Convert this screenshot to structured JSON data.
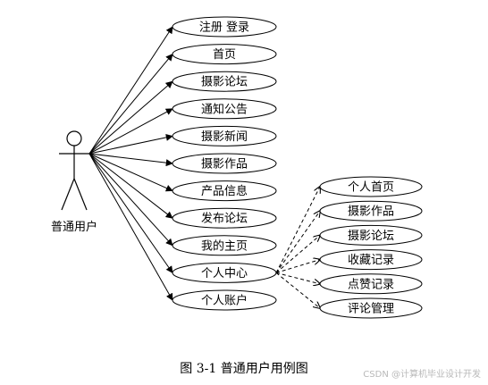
{
  "actor": {
    "label": "普通用户"
  },
  "user_use_cases": [
    "注册 登录",
    "首页",
    "摄影论坛",
    "通知公告",
    "摄影新闻",
    "摄影作品",
    "产品信息",
    "发布论坛",
    "我的主页",
    "个人中心",
    "个人账户"
  ],
  "personal_center_use_cases": [
    "个人首页",
    "摄影作品",
    "摄影论坛",
    "收藏记录",
    "点赞记录",
    "评论管理"
  ],
  "caption": "图 3-1 普通用户用例图",
  "watermark": "CSDN @计算机毕业设计开发"
}
